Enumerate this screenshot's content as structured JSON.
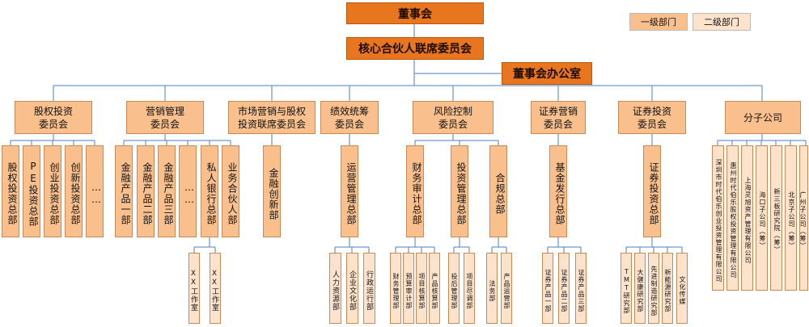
{
  "top": {
    "board": "董事会",
    "core_committee": "核心合伙人联席委员会",
    "board_office": "董事会办公室"
  },
  "legend": {
    "level1": "一级部门",
    "level2": "二级部门"
  },
  "committees": [
    {
      "label": "股权投资\n委员会"
    },
    {
      "label": "营销管理\n委员会"
    },
    {
      "label": "市场营销与股权\n投资联席委员会"
    },
    {
      "label": "绩效统筹\n委员会"
    },
    {
      "label": "风险控制\n委员会"
    },
    {
      "label": "证券营销\n委员会"
    },
    {
      "label": "证券投资\n委员会"
    },
    {
      "label": "分子公司"
    }
  ],
  "departments": [
    "股权投资总部",
    "PE投资总部",
    "创业投资总部",
    "创新投资总部",
    "……",
    "金融产品一部",
    "金融产品二部",
    "金融产品三部",
    "……",
    "私人银行总部",
    "业务合伙人部",
    "金融创新部",
    "运营管理总部",
    "财务审计总部",
    "投资管理总部",
    "合规总部",
    "基金发行总部",
    "证券投资总部"
  ],
  "sub_units": [
    "XX工作室",
    "XX工作室",
    "人力资源部",
    "企业文化部",
    "行政运行部",
    "财务管理部",
    "预算审计部",
    "项目核算部",
    "产品核算部",
    "投后管理部",
    "项目尽调部",
    "法务部",
    "产品运营部",
    "证券产品一部",
    "证券产品二部",
    "证券产品三部",
    "TMT研究部",
    "大健康研究部",
    "先进制造研究部",
    "新能源研究部",
    "文化传媒"
  ],
  "subsidiaries": [
    "深圳市时代伯乐创业投资管理有限公司",
    "惠州时代伯乐股权投资管理有限公司",
    "上海灵旭资产管理有限公司",
    "海口子公司（筹）",
    "新三板研究院（筹）",
    "北京子公司（筹）",
    "广州子公司（筹）"
  ]
}
